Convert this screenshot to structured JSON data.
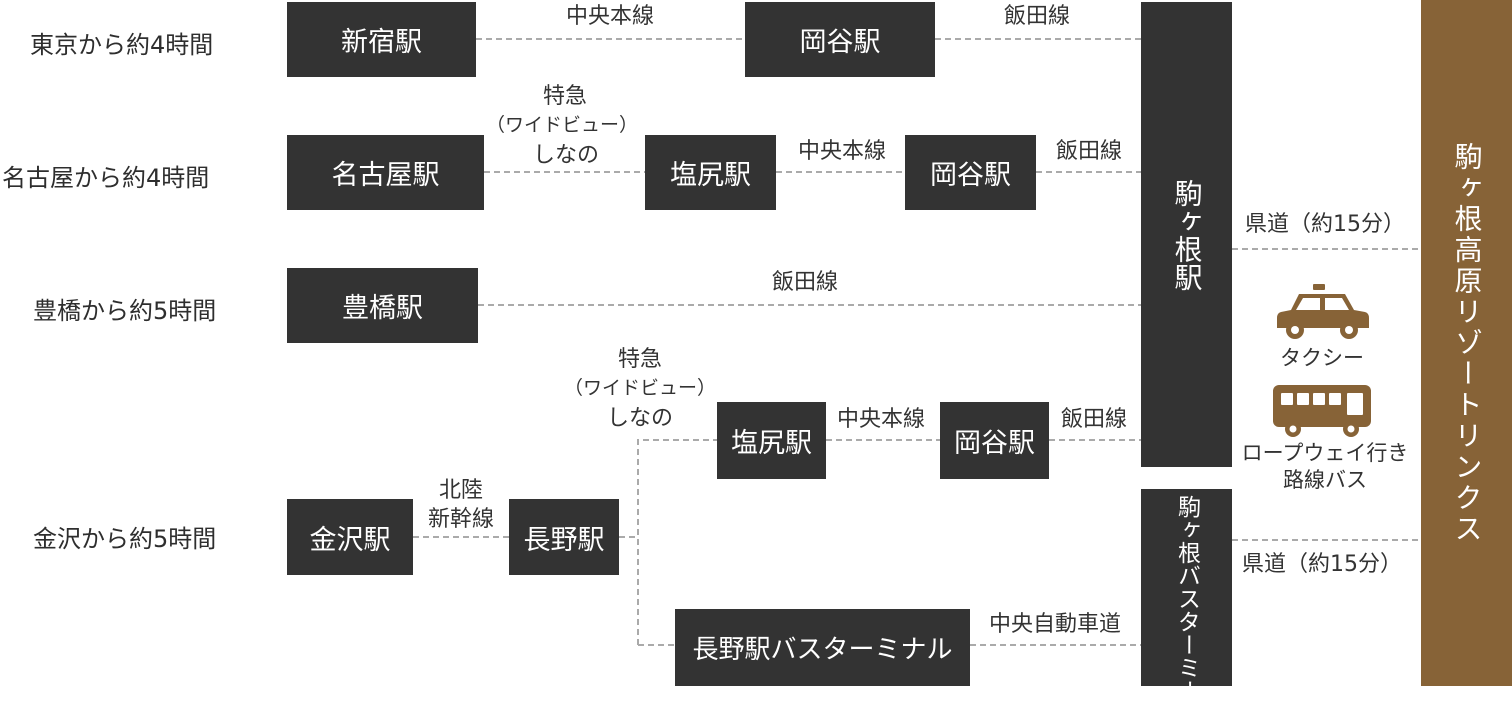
{
  "origins": {
    "tokyo": "東京から約4時間",
    "nagoya": "名古屋から約4時間",
    "toyohashi": "豊橋から約5時間",
    "kanazawa": "金沢から約5時間"
  },
  "stations": {
    "shinjuku": "新宿駅",
    "okaya_1": "岡谷駅",
    "nagoya": "名古屋駅",
    "shiojiri_1": "塩尻駅",
    "okaya_2": "岡谷駅",
    "toyohashi": "豊橋駅",
    "shiojiri_2": "塩尻駅",
    "okaya_3": "岡谷駅",
    "kanazawa": "金沢駅",
    "nagano": "長野駅",
    "nagano_bus": "長野駅バスターミナル",
    "komagane": "駒ヶ根駅",
    "komagane_bus": "駒ヶ根バスターミナル"
  },
  "routes": {
    "chuo_1": "中央本線",
    "iida_1": "飯田線",
    "express_1_a": "特急",
    "express_1_b": "（ワイドビュー）",
    "express_1_c": "しなの",
    "chuo_2": "中央本線",
    "iida_2": "飯田線",
    "iida_3": "飯田線",
    "express_2_a": "特急",
    "express_2_b": "（ワイドビュー）",
    "express_2_c": "しなの",
    "chuo_3": "中央本線",
    "iida_4": "飯田線",
    "hokuriku_a": "北陸",
    "hokuriku_b": "新幹線",
    "expressway": "中央自動車道",
    "pref_road_1": "県道（約15分）",
    "pref_road_2": "県道（約15分）"
  },
  "transport": {
    "taxi": "タクシー",
    "bus_a": "ロープウェイ行き",
    "bus_b": "路線バス",
    "taxi_icon": "taxi-icon",
    "bus_icon": "bus-icon"
  },
  "destination": "駒ヶ根高原リゾートリンクス",
  "colors": {
    "box": "#333333",
    "destination": "#876337",
    "line": "#aaaaaa"
  }
}
